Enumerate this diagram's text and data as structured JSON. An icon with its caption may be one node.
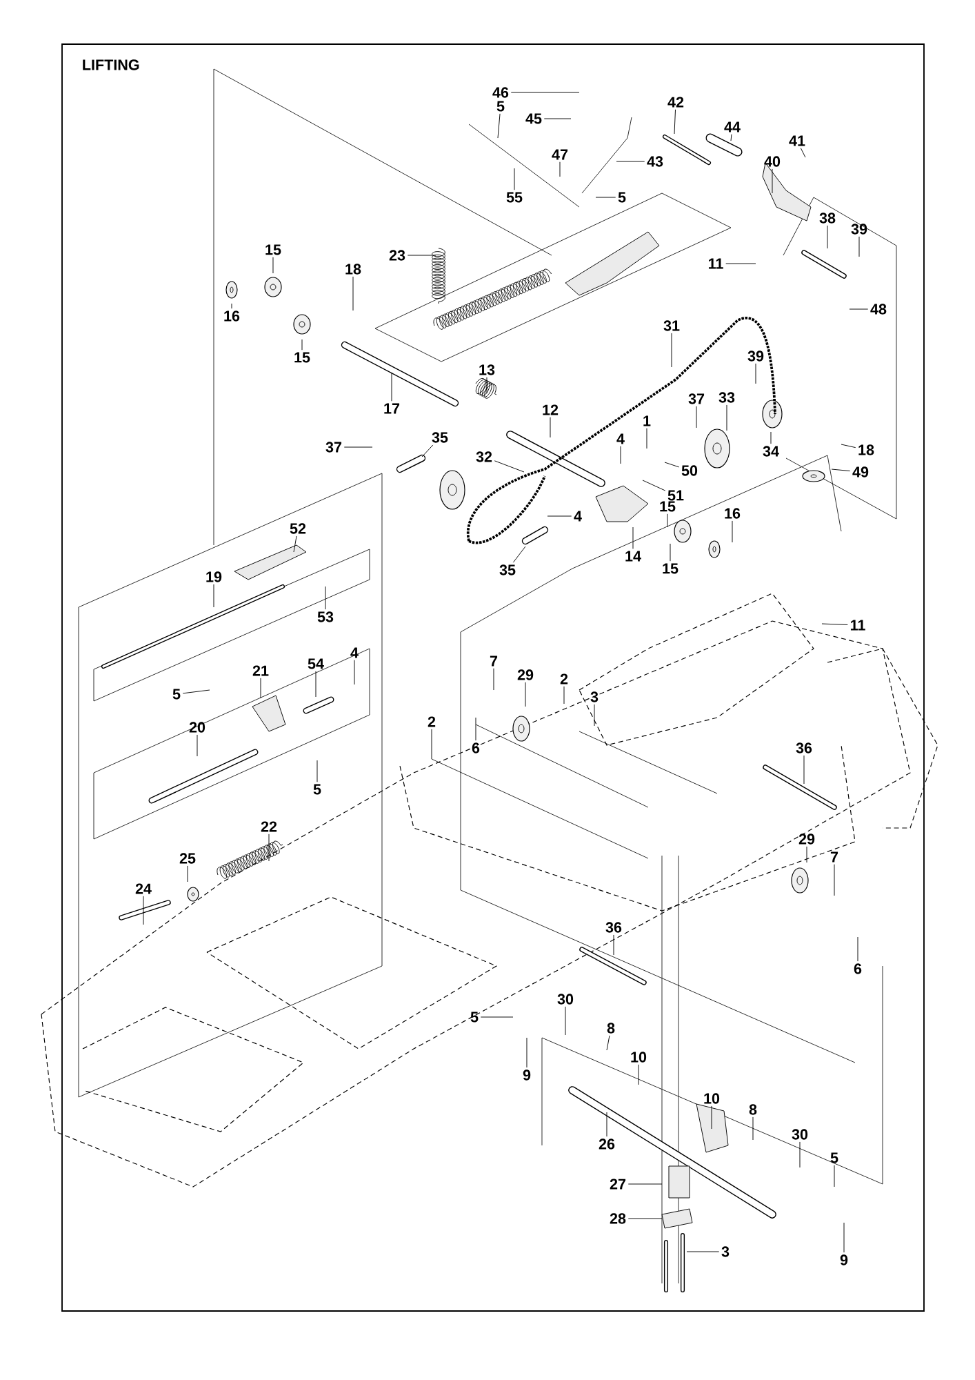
{
  "diagram": {
    "title": "LIFTING",
    "nodes": [
      {
        "text": [
          "46"
        ]
      },
      {
        "text": [
          "45"
        ]
      },
      {
        "text": [
          "5"
        ]
      },
      {
        "text": [
          "47"
        ]
      },
      {
        "text": [
          "42"
        ]
      },
      {
        "text": [
          "44"
        ]
      },
      {
        "text": [
          "41"
        ]
      },
      {
        "text": [
          "40"
        ]
      },
      {
        "text": [
          "43"
        ]
      },
      {
        "text": [
          "55"
        ]
      },
      {
        "text": [
          "5"
        ]
      },
      {
        "text": [
          "38"
        ]
      },
      {
        "text": [
          "39"
        ]
      },
      {
        "text": [
          "11"
        ]
      },
      {
        "text": [
          "48"
        ]
      },
      {
        "text": [
          "23"
        ]
      },
      {
        "text": [
          "15"
        ]
      },
      {
        "text": [
          "16"
        ]
      },
      {
        "text": [
          "15"
        ]
      },
      {
        "text": [
          "18"
        ]
      },
      {
        "text": [
          "17"
        ]
      },
      {
        "text": [
          "13"
        ]
      },
      {
        "text": [
          "31"
        ]
      },
      {
        "text": [
          "12"
        ]
      },
      {
        "text": [
          "39"
        ]
      },
      {
        "text": [
          "37"
        ]
      },
      {
        "text": [
          "33"
        ]
      },
      {
        "text": [
          "34"
        ]
      },
      {
        "text": [
          "18"
        ]
      },
      {
        "text": [
          "49"
        ]
      },
      {
        "text": [
          "4"
        ]
      },
      {
        "text": [
          "1"
        ]
      },
      {
        "text": [
          "50"
        ]
      },
      {
        "text": [
          "51"
        ]
      },
      {
        "text": [
          "32"
        ]
      },
      {
        "text": [
          "37"
        ]
      },
      {
        "text": [
          "35"
        ]
      },
      {
        "text": [
          "4"
        ]
      },
      {
        "text": [
          "35"
        ]
      },
      {
        "text": [
          "14"
        ]
      },
      {
        "text": [
          "15"
        ]
      },
      {
        "text": [
          "16"
        ]
      },
      {
        "text": [
          "15"
        ]
      },
      {
        "text": [
          "52"
        ]
      },
      {
        "text": [
          "19"
        ]
      },
      {
        "text": [
          "53"
        ]
      },
      {
        "text": [
          "21"
        ]
      },
      {
        "text": [
          "54"
        ]
      },
      {
        "text": [
          "4"
        ]
      },
      {
        "text": [
          "5"
        ]
      },
      {
        "text": [
          "20"
        ]
      },
      {
        "text": [
          "5"
        ]
      },
      {
        "text": [
          "22"
        ]
      },
      {
        "text": [
          "25"
        ]
      },
      {
        "text": [
          "24"
        ]
      },
      {
        "text": [
          "7"
        ]
      },
      {
        "text": [
          "29"
        ]
      },
      {
        "text": [
          "2"
        ]
      },
      {
        "text": [
          "3"
        ]
      },
      {
        "text": [
          "6"
        ]
      },
      {
        "text": [
          "2"
        ]
      },
      {
        "text": [
          "11"
        ]
      },
      {
        "text": [
          "36"
        ]
      },
      {
        "text": [
          "29"
        ]
      },
      {
        "text": [
          "7"
        ]
      },
      {
        "text": [
          "6"
        ]
      },
      {
        "text": [
          "36"
        ]
      },
      {
        "text": [
          "30"
        ]
      },
      {
        "text": [
          "5"
        ]
      },
      {
        "text": [
          "8"
        ]
      },
      {
        "text": [
          "10"
        ]
      },
      {
        "text": [
          "9"
        ]
      },
      {
        "text": [
          "26"
        ]
      },
      {
        "text": [
          "10"
        ]
      },
      {
        "text": [
          "8"
        ]
      },
      {
        "text": [
          "30"
        ]
      },
      {
        "text": [
          "5"
        ]
      },
      {
        "text": [
          "27"
        ]
      },
      {
        "text": [
          "28"
        ]
      },
      {
        "text": [
          "3"
        ]
      },
      {
        "text": [
          "9"
        ]
      }
    ],
    "edges": [
      {
        "from": 0,
        "to": null,
        "arrow": "none"
      },
      {
        "from": 1,
        "to": null,
        "arrow": "none"
      },
      {
        "from": 2,
        "to": null,
        "arrow": "none"
      },
      {
        "from": 3,
        "to": null,
        "arrow": "none"
      },
      {
        "from": 4,
        "to": null,
        "arrow": "none"
      },
      {
        "from": 5,
        "to": null,
        "arrow": "none"
      },
      {
        "from": 6,
        "to": null,
        "arrow": "none"
      },
      {
        "from": 7,
        "to": null,
        "arrow": "none"
      },
      {
        "from": 8,
        "to": null,
        "arrow": "none"
      },
      {
        "from": 9,
        "to": null,
        "arrow": "none"
      },
      {
        "from": 10,
        "to": null,
        "arrow": "none"
      },
      {
        "from": 11,
        "to": null,
        "arrow": "none"
      },
      {
        "from": 12,
        "to": null,
        "arrow": "none"
      },
      {
        "from": 13,
        "to": null,
        "arrow": "none"
      },
      {
        "from": 14,
        "to": null,
        "arrow": "none"
      },
      {
        "from": 15,
        "to": null,
        "arrow": "none"
      },
      {
        "from": 16,
        "to": null,
        "arrow": "none"
      },
      {
        "from": 17,
        "to": null,
        "arrow": "none"
      },
      {
        "from": 18,
        "to": null,
        "arrow": "none"
      },
      {
        "from": 19,
        "to": null,
        "arrow": "none"
      },
      {
        "from": 20,
        "to": null,
        "arrow": "none"
      },
      {
        "from": 21,
        "to": null,
        "arrow": "none"
      },
      {
        "from": 22,
        "to": null,
        "arrow": "none"
      },
      {
        "from": 23,
        "to": null,
        "arrow": "none"
      },
      {
        "from": 24,
        "to": null,
        "arrow": "none"
      },
      {
        "from": 25,
        "to": null,
        "arrow": "none"
      },
      {
        "from": 26,
        "to": null,
        "arrow": "none"
      },
      {
        "from": 27,
        "to": null,
        "arrow": "none"
      },
      {
        "from": 28,
        "to": null,
        "arrow": "none"
      },
      {
        "from": 29,
        "to": null,
        "arrow": "none"
      },
      {
        "from": 30,
        "to": null,
        "arrow": "none"
      },
      {
        "from": 31,
        "to": null,
        "arrow": "none"
      },
      {
        "from": 32,
        "to": null,
        "arrow": "none"
      },
      {
        "from": 33,
        "to": null,
        "arrow": "none"
      },
      {
        "from": 34,
        "to": null,
        "arrow": "none"
      },
      {
        "from": 35,
        "to": null,
        "arrow": "none"
      },
      {
        "from": 36,
        "to": null,
        "arrow": "none"
      },
      {
        "from": 37,
        "to": null,
        "arrow": "none"
      },
      {
        "from": 38,
        "to": null,
        "arrow": "none"
      },
      {
        "from": 39,
        "to": null,
        "arrow": "none"
      },
      {
        "from": 40,
        "to": null,
        "arrow": "none"
      },
      {
        "from": 41,
        "to": null,
        "arrow": "none"
      },
      {
        "from": 42,
        "to": null,
        "arrow": "none"
      },
      {
        "from": 43,
        "to": null,
        "arrow": "none"
      },
      {
        "from": 44,
        "to": null,
        "arrow": "none"
      },
      {
        "from": 45,
        "to": null,
        "arrow": "none"
      },
      {
        "from": 46,
        "to": null,
        "arrow": "none"
      },
      {
        "from": 47,
        "to": null,
        "arrow": "none"
      },
      {
        "from": 48,
        "to": null,
        "arrow": "none"
      },
      {
        "from": 49,
        "to": null,
        "arrow": "none"
      },
      {
        "from": 50,
        "to": null,
        "arrow": "none"
      },
      {
        "from": 51,
        "to": null,
        "arrow": "none"
      },
      {
        "from": 52,
        "to": null,
        "arrow": "none"
      },
      {
        "from": 53,
        "to": null,
        "arrow": "none"
      },
      {
        "from": 54,
        "to": null,
        "arrow": "none"
      },
      {
        "from": 55,
        "to": null,
        "arrow": "none"
      },
      {
        "from": 56,
        "to": null,
        "arrow": "none"
      },
      {
        "from": 57,
        "to": null,
        "arrow": "none"
      },
      {
        "from": 58,
        "to": null,
        "arrow": "none"
      },
      {
        "from": 59,
        "to": null,
        "arrow": "none"
      },
      {
        "from": 60,
        "to": null,
        "arrow": "none"
      },
      {
        "from": 61,
        "to": null,
        "arrow": "none"
      },
      {
        "from": 62,
        "to": null,
        "arrow": "none"
      },
      {
        "from": 63,
        "to": null,
        "arrow": "none"
      },
      {
        "from": 64,
        "to": null,
        "arrow": "none"
      },
      {
        "from": 65,
        "to": null,
        "arrow": "none"
      },
      {
        "from": 66,
        "to": null,
        "arrow": "none"
      },
      {
        "from": 67,
        "to": null,
        "arrow": "none"
      },
      {
        "from": 68,
        "to": null,
        "arrow": "none"
      },
      {
        "from": 69,
        "to": null,
        "arrow": "none"
      },
      {
        "from": 70,
        "to": null,
        "arrow": "none"
      },
      {
        "from": 71,
        "to": null,
        "arrow": "none"
      },
      {
        "from": 72,
        "to": null,
        "arrow": "none"
      },
      {
        "from": 73,
        "to": null,
        "arrow": "none"
      },
      {
        "from": 74,
        "to": null,
        "arrow": "none"
      },
      {
        "from": 75,
        "to": null,
        "arrow": "none"
      },
      {
        "from": 76,
        "to": null,
        "arrow": "none"
      },
      {
        "from": 77,
        "to": null,
        "arrow": "none"
      },
      {
        "from": 78,
        "to": null,
        "arrow": "none"
      },
      {
        "from": 79,
        "to": null,
        "arrow": "none"
      },
      {
        "from": 80,
        "to": null,
        "arrow": "none"
      }
    ]
  }
}
